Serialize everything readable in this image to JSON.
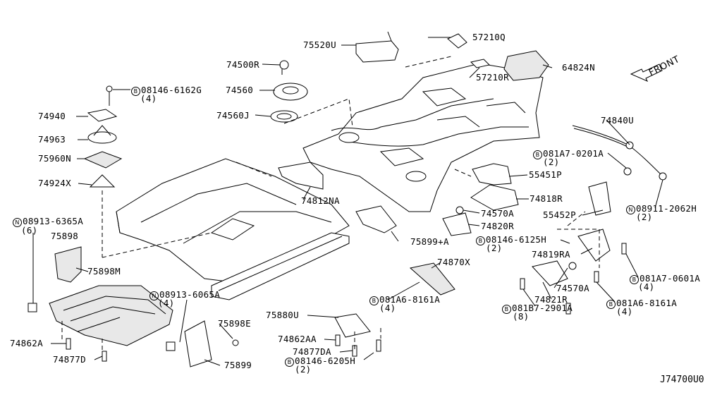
{
  "labels": {
    "l74500r": "74500R",
    "l74560": "74560",
    "l74560j": "74560J",
    "l75520u": "75520U",
    "l57210q": "57210Q",
    "l57210r": "57210R",
    "l64824n": "64824N",
    "l74940": "74940",
    "l74963": "74963",
    "l75960n": "75960N",
    "l74924x": "74924X",
    "l08913_6365a": "08913-6365A",
    "l08913_6365a_qty": "(6)",
    "l75898": "75898",
    "l75898m": "75898M",
    "l08146_6162g": "08146-6162G",
    "l08146_6162g_qty": "(4)",
    "l74812na": "74812NA",
    "l74840u": "74840U",
    "l081a7_0201a": "081A7-0201A",
    "l081a7_0201a_qty": "(2)",
    "l55451p": "55451P",
    "l74818r": "74818R",
    "l55452p": "55452P",
    "l08911_2062h": "08911-2062H",
    "l08911_2062h_qty": "(2)",
    "l74570a_1": "74570A",
    "l74820r": "74820R",
    "l75899a": "75899+A",
    "l08146_6125h": "08146-6125H",
    "l08146_6125h_qty": "(2)",
    "l74819ra": "74819RA",
    "l081a7_0601a": "081A7-0601A",
    "l081a7_0601a_qty": "(4)",
    "l74870x": "74870X",
    "l74570a_2": "74570A",
    "l74821r": "74821R",
    "l081b7_2901a": "081B7-2901A",
    "l081b7_2901a_qty": "(8)",
    "l081a6_8161a_1": "081A6-8161A",
    "l081a6_8161a_1_qty": "(4)",
    "l081a6_8161a_2": "081A6-8161A",
    "l081a6_8161a_2_qty": "(4)",
    "l08913_6065a": "08913-6065A",
    "l08913_6065a_qty": "(4)",
    "l75880u": "75880U",
    "l75898e": "75898E",
    "l74862aa": "74862AA",
    "l74877da": "74877DA",
    "l08146_6205h": "08146-6205H",
    "l08146_6205h_qty": "(2)",
    "l75899": "75899",
    "l74862a": "74862A",
    "l74877d": "74877D",
    "front": "FRONT",
    "diagram_ref": "J74700U0"
  },
  "markers": {
    "bolt": "B",
    "nut": "N"
  }
}
